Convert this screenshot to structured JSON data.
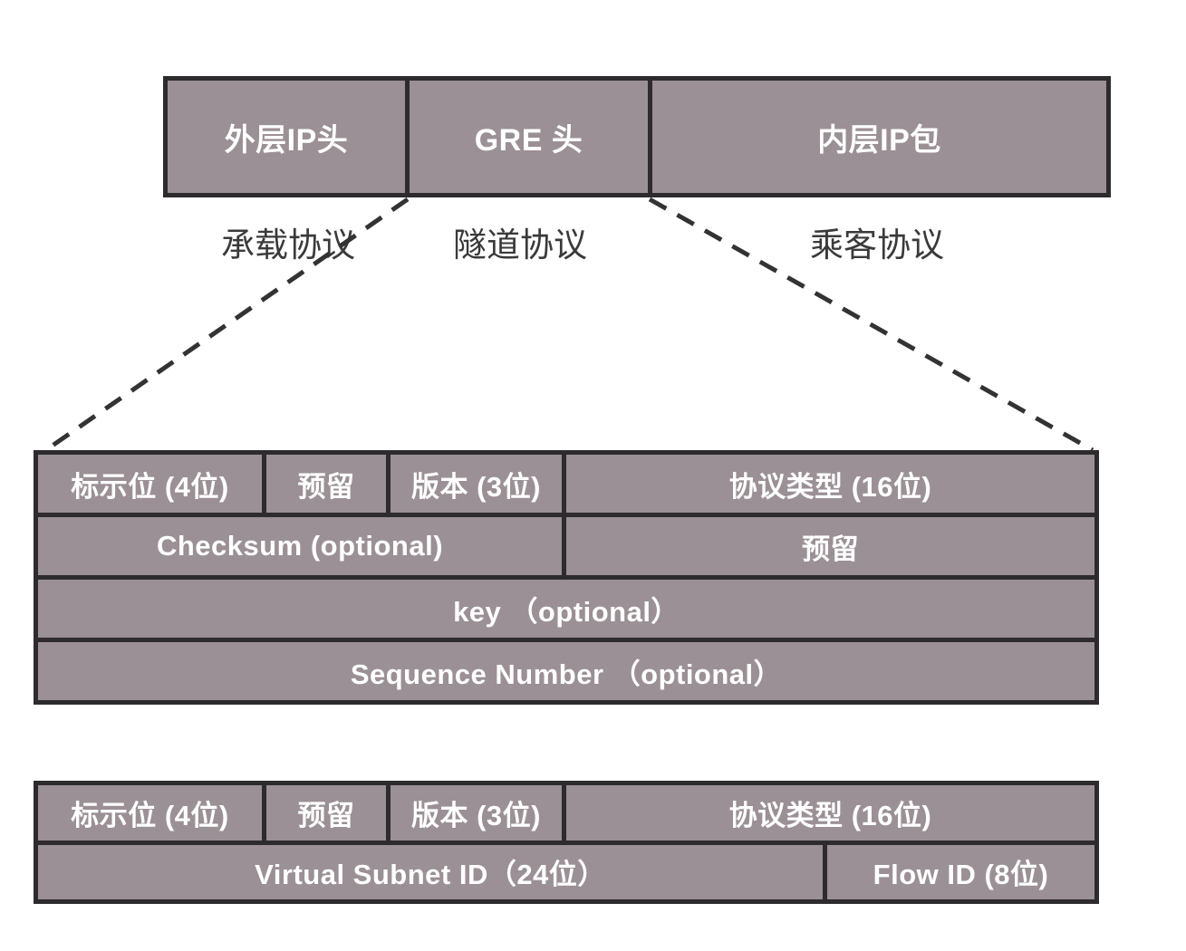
{
  "packet_row": {
    "cells": [
      {
        "label": "外层IP头"
      },
      {
        "label": "GRE 头"
      },
      {
        "label": "内层IP包"
      }
    ]
  },
  "protocol_labels": [
    {
      "label": "承载协议"
    },
    {
      "label": "隧道协议"
    },
    {
      "label": "乘客协议"
    }
  ],
  "gre_header_table": {
    "row1": [
      "标示位 (4位)",
      "预留",
      "版本 (3位)",
      "协议类型 (16位)"
    ],
    "row2": [
      "Checksum (optional)",
      "预留"
    ],
    "row3": "key （optional）",
    "row4": "Sequence Number （optional）"
  },
  "nvgre_header_table": {
    "row1": [
      "标示位 (4位)",
      "预留",
      "版本 (3位)",
      "协议类型 (16位)"
    ],
    "row2": [
      "Virtual Subnet ID（24位）",
      "Flow ID (8位)"
    ]
  },
  "colors": {
    "cell_fill": "#9b9095",
    "border": "#2d2b2d",
    "cell_text": "#ffffff",
    "label_text": "#3a3a3a",
    "connector": "#333333"
  }
}
